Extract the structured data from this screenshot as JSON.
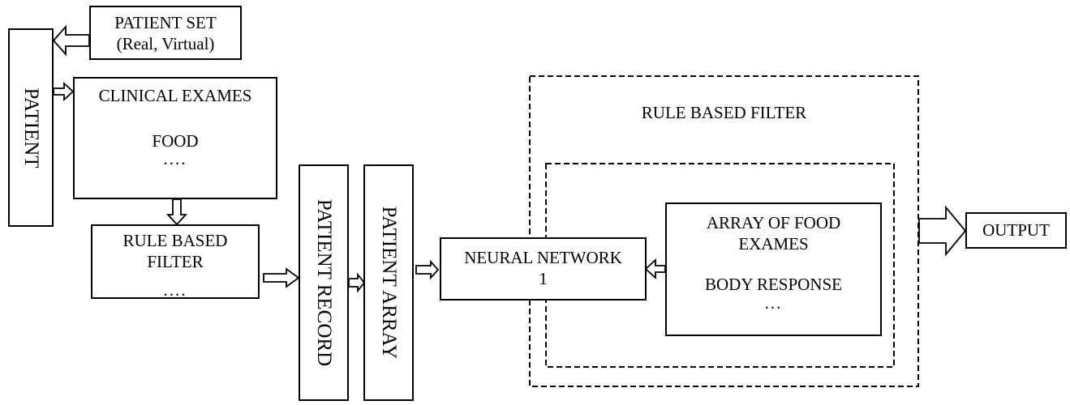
{
  "diagram": {
    "colors": {
      "ink": "#000000",
      "paper": "#ffffff"
    },
    "patient": {
      "label": "PATIENT"
    },
    "patient_set": {
      "line1": "PATIENT SET",
      "line2": "(Real, Virtual)"
    },
    "clinical_exames": {
      "title": "CLINICAL EXAMES",
      "item1": "FOOD",
      "ellipsis": "...."
    },
    "rule_based_filter_left": {
      "line1": "RULE BASED",
      "line2": "FILTER",
      "ellipsis": "...."
    },
    "patient_record": {
      "label": "PATIENT RECORD"
    },
    "patient_array": {
      "label": "PATIENT ARRAY"
    },
    "neural_network": {
      "line1": "NEURAL NETWORK",
      "line2": "1"
    },
    "rule_based_filter_outer": {
      "title": "RULE BASED FILTER"
    },
    "array_of_food": {
      "line1": "ARRAY OF FOOD",
      "line2": "EXAMES",
      "line3": "BODY RESPONSE",
      "ellipsis": "..."
    },
    "output": {
      "label": "OUTPUT"
    }
  }
}
